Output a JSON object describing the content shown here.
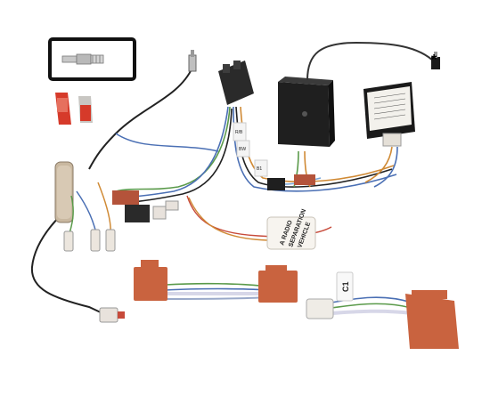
{
  "annotation": {
    "asterisk": "*"
  },
  "tags": {
    "sticker_lines": [
      "A RADIO",
      "SEPARATION",
      "VEHICLE"
    ],
    "c1_label": "C1",
    "wire_label_1": "R/B",
    "wire_label_2": "BW",
    "wire_label_3": "B1"
  },
  "colors": {
    "connector_orange": "#c9633f",
    "connector_dark": "#b4533a",
    "module_black": "#1f1f1f",
    "wire_black": "#222222",
    "wire_blue": "#4a6fb4",
    "wire_green": "#5a9a4a",
    "wire_orange": "#d08a35",
    "red_connector": "#d63a2a",
    "crimp_white": "#e8e2dc"
  },
  "icons": [
    "antenna-adapter-icon",
    "jack-plug-icon",
    "spade-terminal-icon"
  ]
}
